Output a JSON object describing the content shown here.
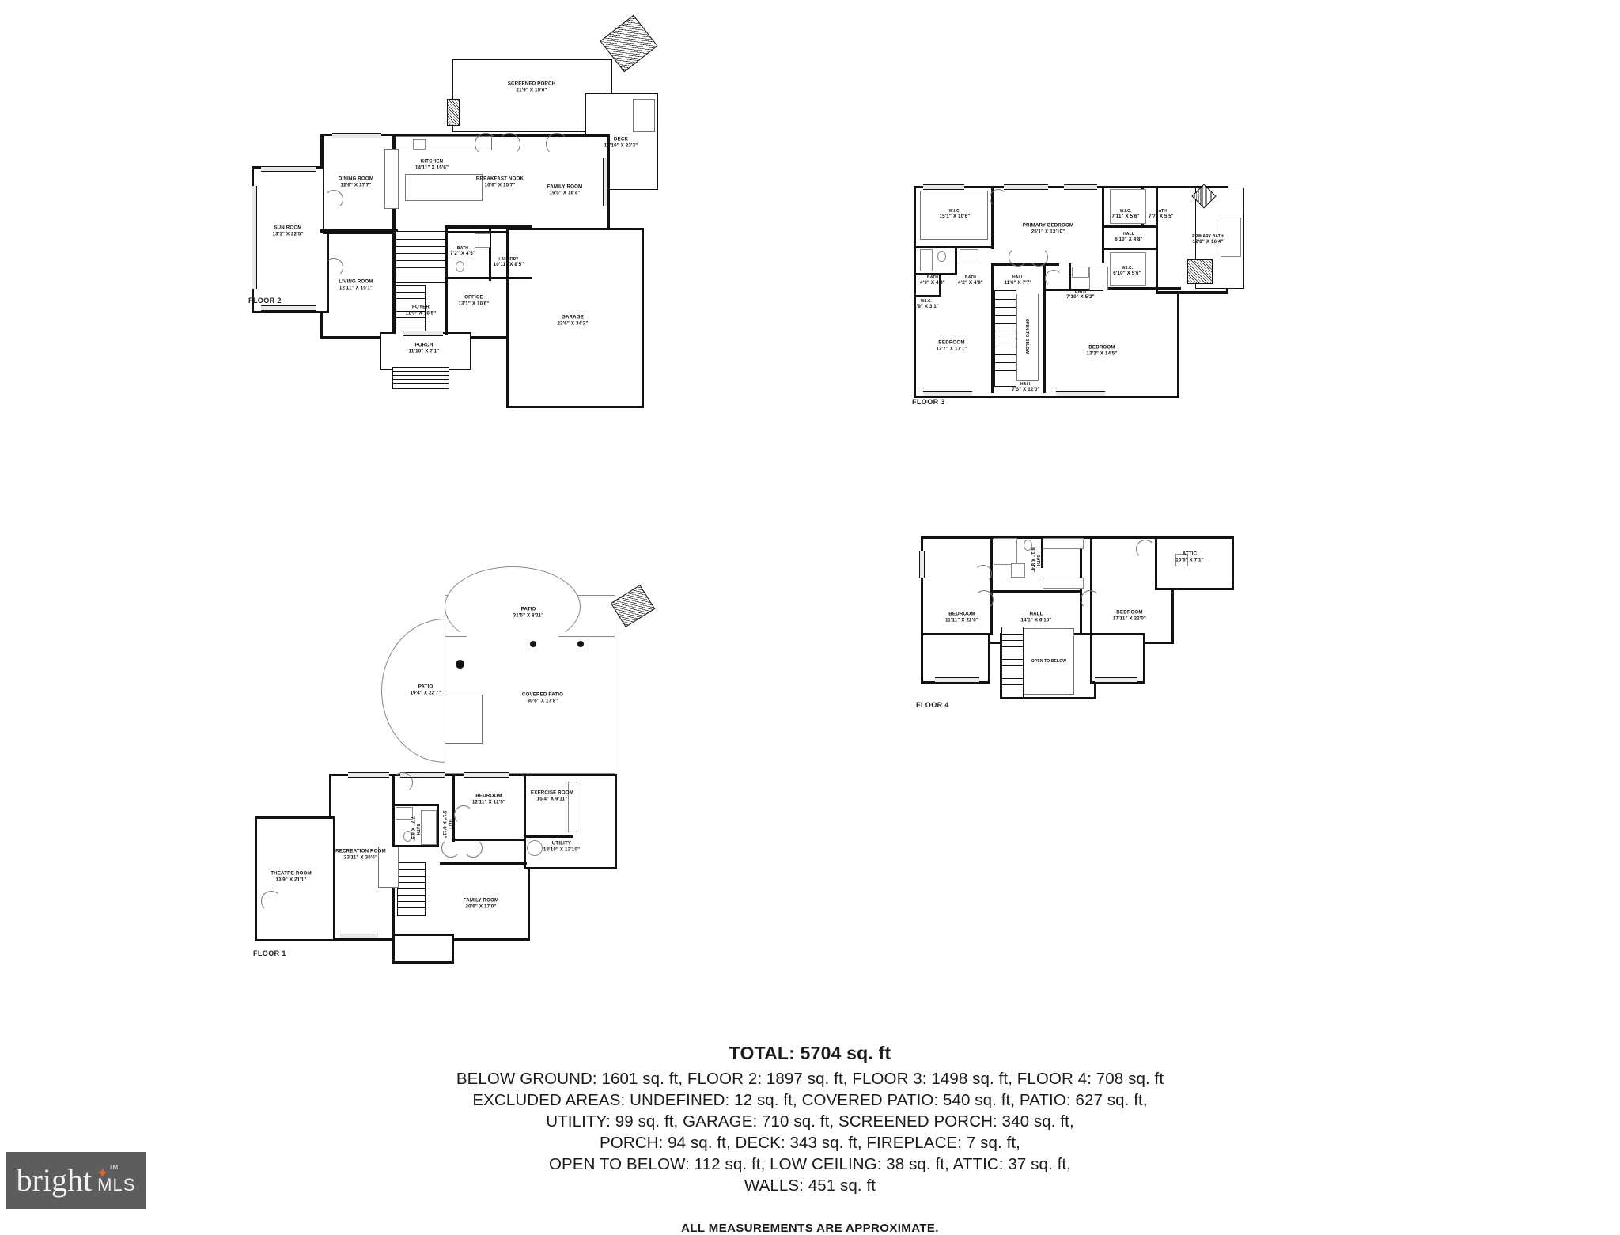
{
  "document": {
    "type": "real-estate-floor-plan",
    "approx_note": "ALL MEASUREMENTS ARE APPROXIMATE."
  },
  "summary": {
    "total_label": "TOTAL: 5704 sq. ft",
    "lines": [
      "BELOW GROUND: 1601 sq. ft, FLOOR 2: 1897 sq. ft, FLOOR 3: 1498 sq. ft, FLOOR 4: 708 sq. ft",
      "EXCLUDED AREAS: UNDEFINED: 12 sq. ft, COVERED PATIO: 540 sq. ft, PATIO: 627 sq. ft,",
      "UTILITY: 99 sq. ft, GARAGE: 710 sq. ft, SCREENED PORCH: 340 sq. ft,",
      "PORCH: 94 sq. ft, DECK: 343 sq. ft, FIREPLACE: 7 sq. ft,",
      "OPEN TO BELOW: 112 sq. ft, LOW CEILING: 38 sq. ft, ATTIC: 37 sq. ft,",
      "WALLS: 451 sq. ft"
    ]
  },
  "logo": {
    "brand": "bright",
    "suffix": "MLS",
    "tm": "TM",
    "star": "✦",
    "bg_color": "#5d5d5d",
    "accent_color": "#e2622c"
  },
  "floors": {
    "floor2": {
      "tag": "FLOOR 2",
      "rooms": [
        {
          "name": "SCREENED PORCH",
          "dim": "21'9\" X 15'6\""
        },
        {
          "name": "DECK",
          "dim": "17'10\" X 23'3\""
        },
        {
          "name": "KITCHEN",
          "dim": "14'11\" X 15'6\""
        },
        {
          "name": "BREAKFAST NOOK",
          "dim": "10'6\" X 15'7\""
        },
        {
          "name": "FAMILY ROOM",
          "dim": "19'5\" X 16'4\""
        },
        {
          "name": "DINING ROOM",
          "dim": "12'6\" X 17'7\""
        },
        {
          "name": "SUN ROOM",
          "dim": "13'1\" X 22'5\""
        },
        {
          "name": "LIVING ROOM",
          "dim": "12'11\" X 15'1\""
        },
        {
          "name": "FOYER",
          "dim": "11'9\" X 18'5\""
        },
        {
          "name": "BATH",
          "dim": "7'2\" X 4'5\""
        },
        {
          "name": "LAUNDRY",
          "dim": "10'11\" X 8'5\""
        },
        {
          "name": "OFFICE",
          "dim": "13'1\" X 10'6\""
        },
        {
          "name": "GARAGE",
          "dim": "22'6\" X 34'2\""
        },
        {
          "name": "PORCH",
          "dim": "11'10\" X 7'1\""
        }
      ]
    },
    "floor3": {
      "tag": "FLOOR 3",
      "rooms": [
        {
          "name": "W.I.C.",
          "dim": "15'1\" X 10'6\""
        },
        {
          "name": "PRIMARY BEDROOM",
          "dim": "25'1\" X 13'10\""
        },
        {
          "name": "W.I.C.",
          "dim": "7'11\" X 5'6\""
        },
        {
          "name": "BATH",
          "dim": "7'7\" X 5'5\""
        },
        {
          "name": "HALL",
          "dim": "6'10\" X 4'8\""
        },
        {
          "name": "PRIMARY BATH",
          "dim": "12'8\" X 16'4\""
        },
        {
          "name": "W.I.C.",
          "dim": "6'10\" X 5'6\""
        },
        {
          "name": "BATH",
          "dim": "4'9\" X 4'9\""
        },
        {
          "name": "BATH",
          "dim": "4'2\" X 4'9\""
        },
        {
          "name": "HALL",
          "dim": "11'6\" X 7'7\""
        },
        {
          "name": "BATH",
          "dim": "7'10\" X 5'2\""
        },
        {
          "name": "W.I.C.",
          "dim": "4'9\" X 3'1\""
        },
        {
          "name": "BEDROOM",
          "dim": "12'7\" X 17'1\""
        },
        {
          "name": "BEDROOM",
          "dim": "13'3\" X 14'5\""
        },
        {
          "name": "HALL",
          "dim": "7'3\" X 12'0\""
        },
        {
          "name": "OPEN TO BELOW",
          "dim": ""
        }
      ]
    },
    "floor4": {
      "tag": "FLOOR 4",
      "rooms": [
        {
          "name": "BEDROOM",
          "dim": "11'11\" X 22'0\""
        },
        {
          "name": "BATH",
          "dim": "8'1\" X 8'4\""
        },
        {
          "name": "HALL",
          "dim": "14'1\" X 6'10\""
        },
        {
          "name": "BEDROOM",
          "dim": "17'11\" X 22'0\""
        },
        {
          "name": "ATTIC",
          "dim": "10'6\" X 7'1\""
        },
        {
          "name": "OPEN TO BELOW",
          "dim": ""
        }
      ]
    },
    "floor1": {
      "tag": "FLOOR 1",
      "rooms": [
        {
          "name": "PATIO",
          "dim": "31'5\" X 8'11\""
        },
        {
          "name": "PATIO",
          "dim": "19'4\" X 22'7\""
        },
        {
          "name": "COVERED PATIO",
          "dim": "30'6\" X 17'8\""
        },
        {
          "name": "THEATRE ROOM",
          "dim": "13'9\" X 21'1\""
        },
        {
          "name": "RECREATION ROOM",
          "dim": "23'11\" X 30'6\""
        },
        {
          "name": "BATH",
          "dim": "7'7\" X 8'5\""
        },
        {
          "name": "HALL",
          "dim": "3'1\" X 6'11\""
        },
        {
          "name": "BEDROOM",
          "dim": "12'11\" X 12'5\""
        },
        {
          "name": "EXERCISE ROOM",
          "dim": "15'4\" X 9'11\""
        },
        {
          "name": "UTILITY",
          "dim": "18'10\" X 13'10\""
        },
        {
          "name": "FAMILY ROOM",
          "dim": "20'6\" X 17'0\""
        }
      ]
    }
  }
}
